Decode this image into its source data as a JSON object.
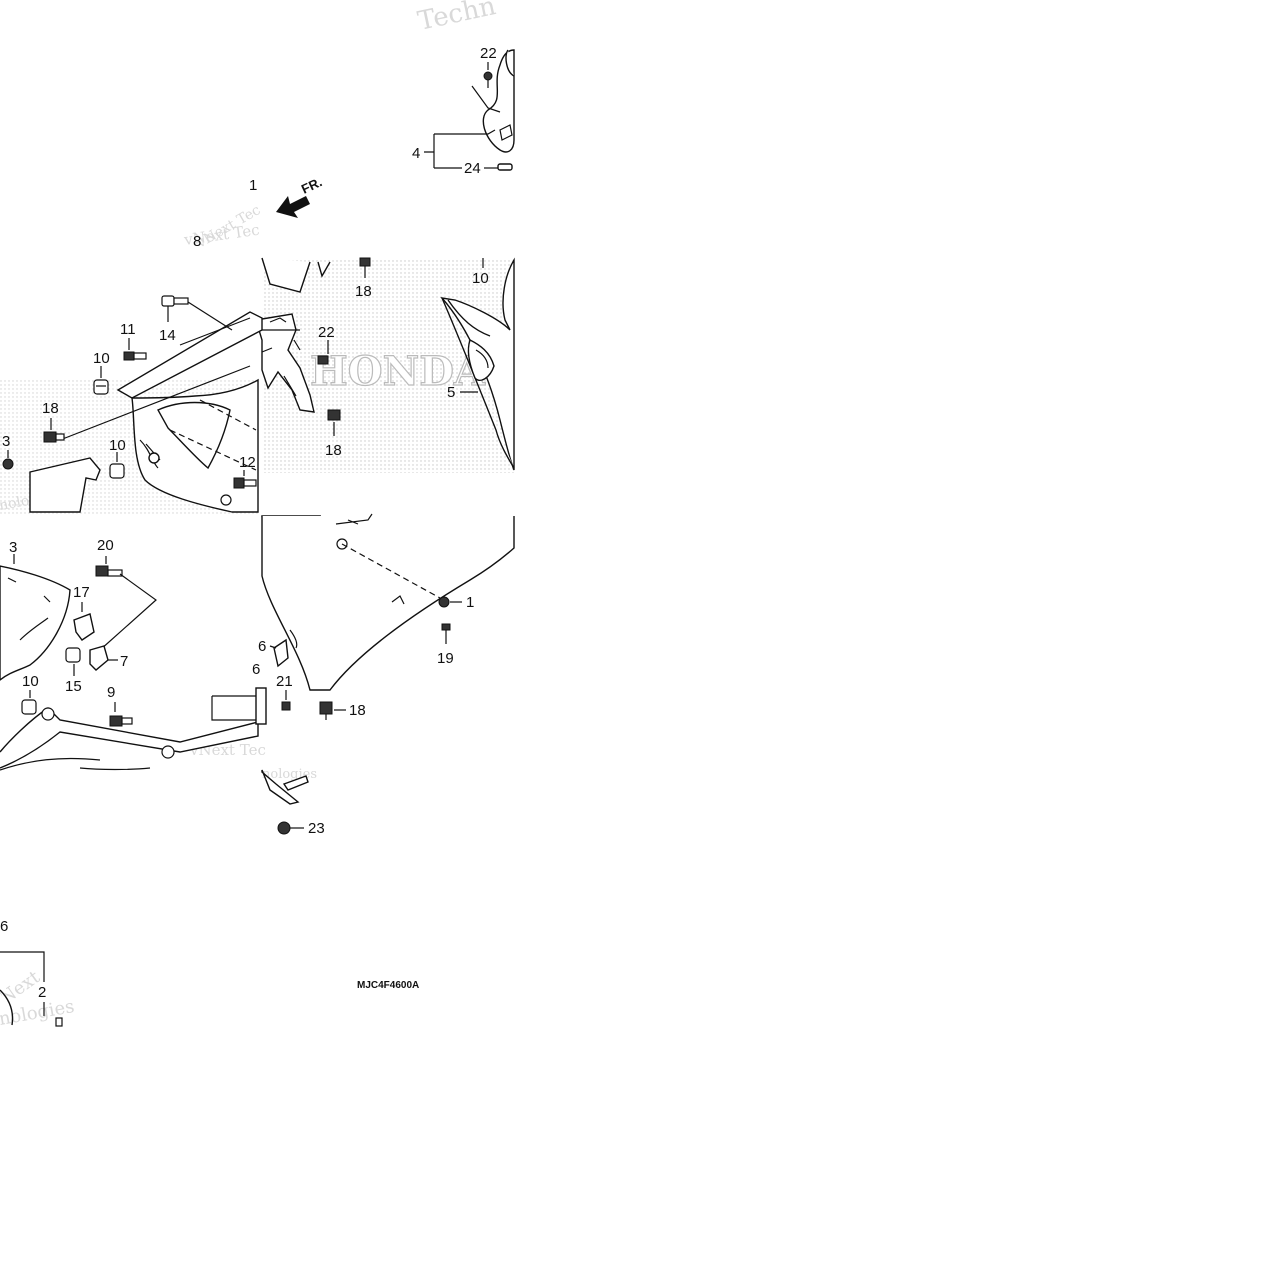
{
  "diagram": {
    "code": "MJC4F4600A",
    "direction_label": "FR.",
    "brand_watermark": "HONDA",
    "watermarks": [
      "Techn",
      "vNext Tec",
      "vNext Tec",
      "nologies",
      "Techn",
      "vNext Tec",
      "nologies",
      "Next",
      "nologies"
    ],
    "callouts": [
      "22",
      "4",
      "24",
      "1",
      "8",
      "18",
      "10",
      "14",
      "11",
      "10",
      "22",
      "5",
      "18",
      "18",
      "3",
      "10",
      "12",
      "3",
      "20",
      "17",
      "7",
      "15",
      "10",
      "9",
      "6",
      "6",
      "21",
      "1",
      "19",
      "18",
      "23",
      "6",
      "2"
    ],
    "colors": {
      "line": "#111111",
      "watermark": "#d9d9d9",
      "background": "#ffffff"
    }
  }
}
